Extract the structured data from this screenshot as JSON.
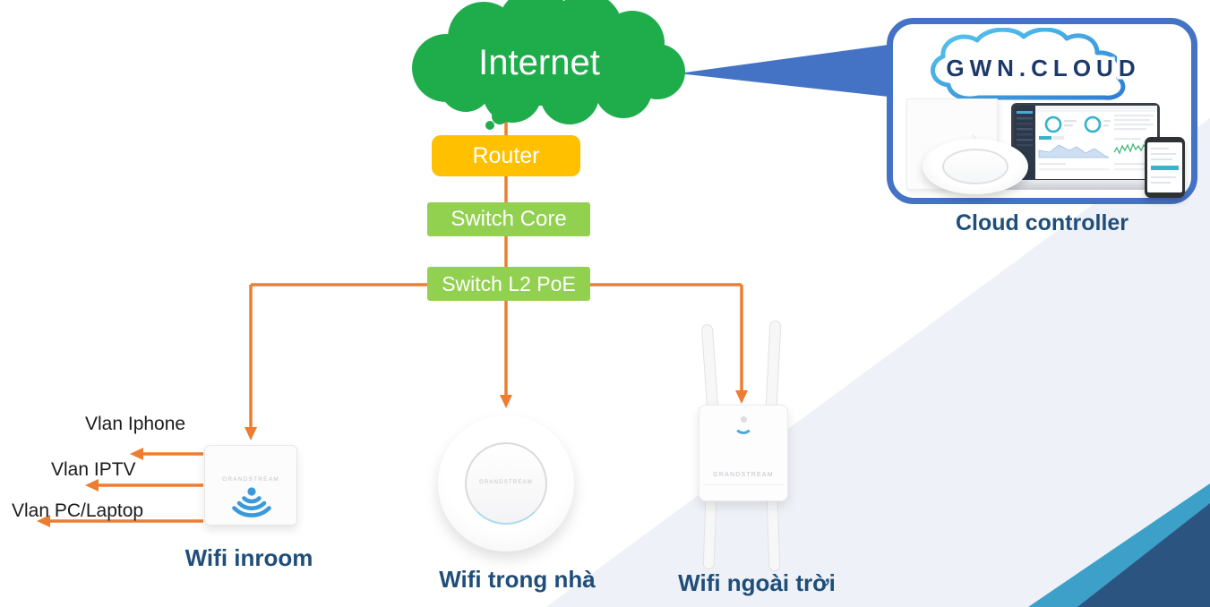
{
  "internet_cloud": {
    "label": "Internet"
  },
  "network_nodes": {
    "router": {
      "label": "Router",
      "bg": "#FFC000"
    },
    "switch_core": {
      "label": "Switch Core",
      "bg": "#92D050"
    },
    "switch_l2_poe": {
      "label": "Switch L2 PoE",
      "bg": "#92D050"
    }
  },
  "vlan_labels": [
    {
      "label": "Vlan Iphone"
    },
    {
      "label": "Vlan IPTV"
    },
    {
      "label": "Vlan PC/Laptop"
    }
  ],
  "access_points": {
    "inroom": {
      "label": "Wifi inroom",
      "brand": "GRANDSTREAM"
    },
    "indoor": {
      "label": "Wifi trong nhà",
      "brand": "GRANDSTREAM"
    },
    "outdoor": {
      "label": "Wifi ngoài trời",
      "brand": "GRANDSTREAM"
    }
  },
  "cloud_controller": {
    "logo_text": "GWN.CLOUD",
    "caption": "Cloud controller"
  },
  "colors": {
    "cloud_green": "#1FAD4C",
    "connector_orange": "#ED7D31",
    "router_yellow": "#FFC000",
    "switch_green": "#92D050",
    "caption_blue": "#1F4E79",
    "callout_blue": "#4472C4",
    "logo_navy": "#1B3A6B",
    "corner_dark_blue": "#2B5580",
    "corner_light_blue": "#3DA0C9",
    "background_band": "#EEF1F7"
  }
}
